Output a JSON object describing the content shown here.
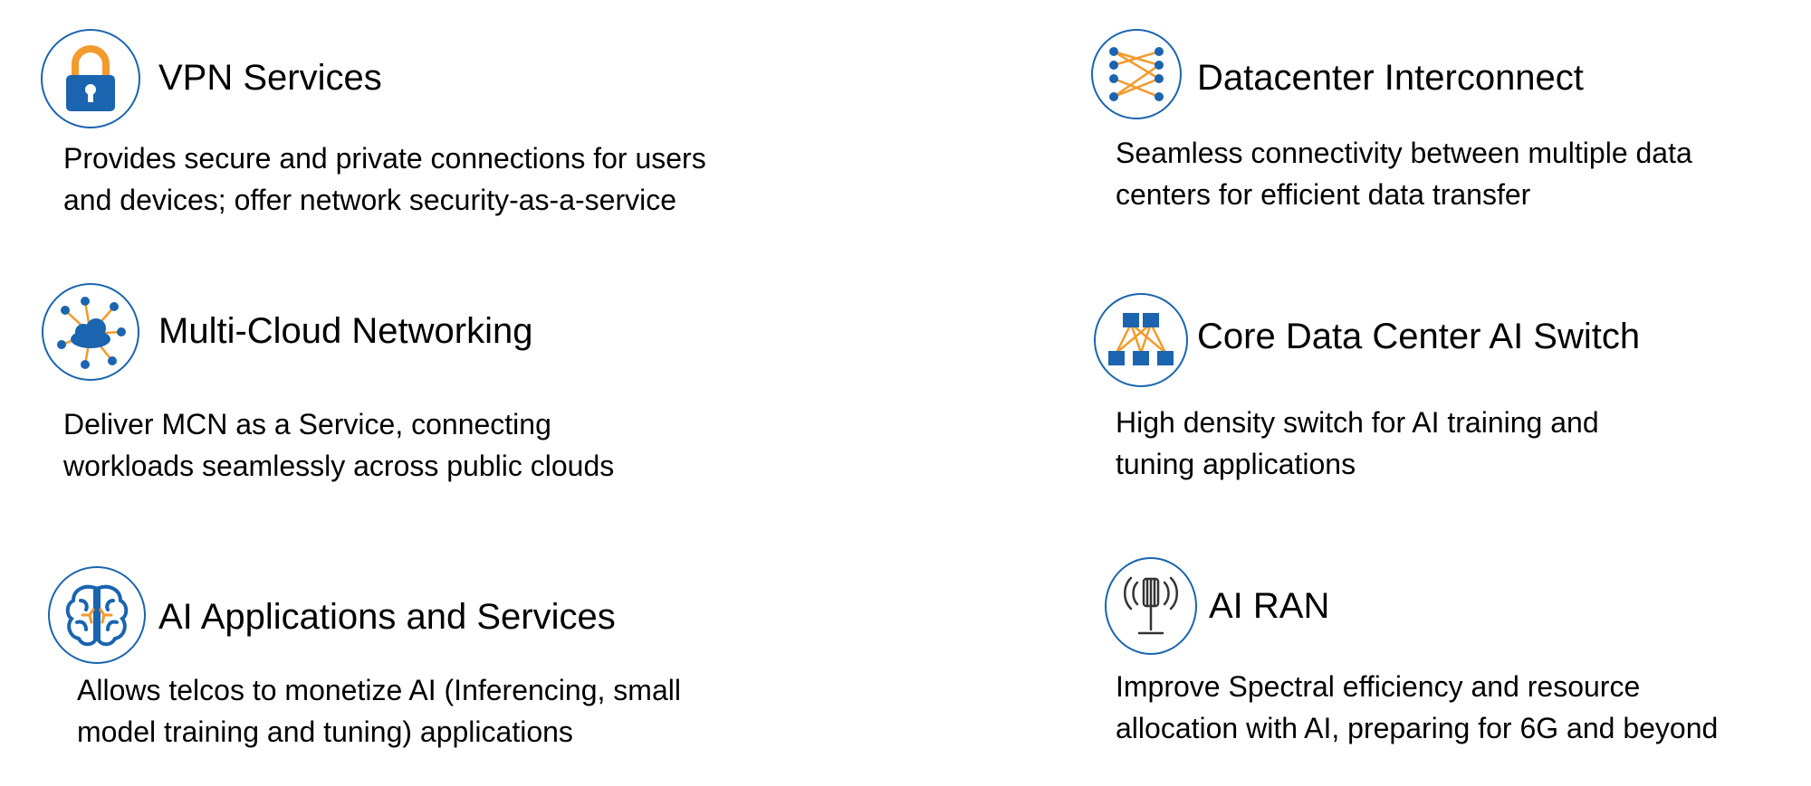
{
  "colors": {
    "primary_blue": "#1a64b0",
    "accent_orange": "#f39a2d",
    "text": "#000000"
  },
  "cards": [
    {
      "icon": "lock-icon",
      "title": "VPN Services",
      "desc": [
        "Provides secure and private connections for users",
        "and devices; offer network security-as-a-service"
      ]
    },
    {
      "icon": "cloud-network-icon",
      "title": "Multi-Cloud Networking",
      "desc": [
        "Deliver MCN as a Service, connecting",
        "workloads seamlessly across public clouds"
      ]
    },
    {
      "icon": "brain-icon",
      "title": "AI Applications and Services",
      "desc": [
        "Allows telcos to monetize AI (Inferencing, small",
        "model training and tuning) applications"
      ]
    },
    {
      "icon": "interconnect-icon",
      "title": "Datacenter Interconnect",
      "desc": [
        "Seamless connectivity between multiple data",
        "centers for efficient data transfer"
      ]
    },
    {
      "icon": "switch-topology-icon",
      "title": "Core Data Center AI Switch",
      "desc": [
        "High density switch for AI training and",
        "tuning applications"
      ]
    },
    {
      "icon": "antenna-tower-icon",
      "title": "AI RAN",
      "desc": [
        "Improve Spectral efficiency and resource",
        "allocation with AI, preparing for 6G and beyond"
      ]
    }
  ]
}
